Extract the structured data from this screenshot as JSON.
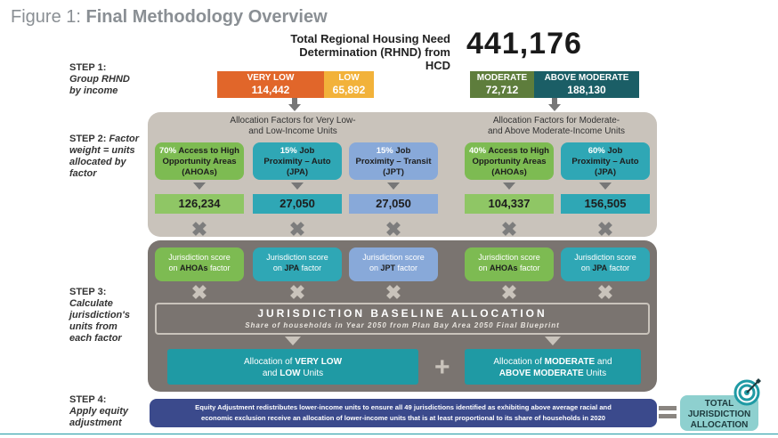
{
  "figure": {
    "label": "Figure 1:",
    "title": "Final Methodology Overview"
  },
  "rhnd": {
    "label_line1": "Total Regional Housing Need",
    "label_line2": "Determination (RHND) from HCD",
    "total": "441,176"
  },
  "steps": [
    {
      "title": "STEP 1:",
      "desc_line1": "Group RHND",
      "desc_line2": "by income"
    },
    {
      "title": "STEP 2:",
      "desc_line1": "Factor",
      "desc_line2": "weight = units",
      "desc_line3": "allocated by",
      "desc_line4": "factor"
    },
    {
      "title": "STEP 3:",
      "desc_line1": "Calculate",
      "desc_line2": "jurisdiction's",
      "desc_line3": "units from",
      "desc_line4": "each factor"
    },
    {
      "title": "STEP 4:",
      "desc_line1": "Apply equity",
      "desc_line2": "adjustment"
    }
  ],
  "income_groups": [
    {
      "label": "VERY LOW",
      "value": "114,442",
      "color": "#e1662a"
    },
    {
      "label": "LOW",
      "value": "65,892",
      "color": "#f2b23a"
    },
    {
      "label": "MODERATE",
      "value": "72,712",
      "color": "#5e7d3c"
    },
    {
      "label": "ABOVE MODERATE",
      "value": "188,130",
      "color": "#1b5e66"
    }
  ],
  "panels": {
    "low_title_line1": "Allocation Factors for Very Low-",
    "low_title_line2": "and Low-Income Units",
    "mod_title_line1": "Allocation Factors for Moderate-",
    "mod_title_line2": "and Above Moderate-Income Units"
  },
  "factors": [
    {
      "pct": "70%",
      "line1": "Access to High",
      "line2": "Opportunity Areas",
      "line3": "(AHOAs)",
      "value": "126,234",
      "color": "#7dbb52",
      "val_color": "#8fc665"
    },
    {
      "pct": "15%",
      "line1": "Job",
      "line2": "Proximity – Auto",
      "line3": "(JPA)",
      "value": "27,050",
      "color": "#2fa7b5",
      "val_color": "#2fa7b5"
    },
    {
      "pct": "15%",
      "line1": "Job",
      "line2": "Proximity – Transit",
      "line3": "(JPT)",
      "value": "27,050",
      "color": "#88a9d9",
      "val_color": "#88a9d9"
    },
    {
      "pct": "40%",
      "line1": "Access to High",
      "line2": "Opportunity Areas",
      "line3": "(AHOAs)",
      "value": "104,337",
      "color": "#7dbb52",
      "val_color": "#8fc665"
    },
    {
      "pct": "60%",
      "line1": "Job",
      "line2": "Proximity – Auto",
      "line3": "(JPA)",
      "value": "156,505",
      "color": "#2fa7b5",
      "val_color": "#2fa7b5"
    }
  ],
  "scores": [
    {
      "line1": "Jurisdiction score",
      "pre": "on ",
      "factor": "AHOAs",
      "post": " factor",
      "color": "#7dbb52"
    },
    {
      "line1": "Jurisdiction score",
      "pre": "on ",
      "factor": "JPA",
      "post": " factor",
      "color": "#2fa7b5"
    },
    {
      "line1": "Jurisdiction score",
      "pre": "on ",
      "factor": "JPT",
      "post": " factor",
      "color": "#88a9d9"
    },
    {
      "line1": "Jurisdiction score",
      "pre": "on ",
      "factor": "AHOAs",
      "post": " factor",
      "color": "#7dbb52"
    },
    {
      "line1": "Jurisdiction score",
      "pre": "on ",
      "factor": "JPA",
      "post": " factor",
      "color": "#2fa7b5"
    }
  ],
  "baseline": {
    "title": "JURISDICTION BASELINE ALLOCATION",
    "subtitle": "Share of households in Year 2050 from Plan Bay Area 2050 Final Blueprint"
  },
  "allocations": {
    "low_pre": "Allocation of ",
    "low_bold1": "VERY LOW",
    "low_and": "and ",
    "low_bold2": "LOW",
    "low_post": " Units",
    "mod_pre": "Allocation of ",
    "mod_bold1": "MODERATE",
    "mod_and": " and",
    "mod_bold2": "ABOVE MODERATE",
    "mod_post": " Units",
    "plus": "+"
  },
  "equity": {
    "text_line1": "Equity Adjustment redistributes lower-income units to ensure all 49 jurisdictions identified as exhibiting above average racial and",
    "text_line2": "economic exclusion receive an allocation of lower-income units that is at least proportional to its share of households in 2020"
  },
  "total_box": {
    "line1": "TOTAL",
    "line2": "JURISDICTION",
    "line3": "ALLOCATION"
  },
  "colors": {
    "teal": "#1f9aa4",
    "navy": "#3b4a8c",
    "panel_light": "#c9c3bb",
    "panel_dark": "#7a7470"
  },
  "icons": {
    "target": "target-icon",
    "cross": "multiply-icon",
    "plus": "plus-icon",
    "equals": "equals-icon"
  }
}
